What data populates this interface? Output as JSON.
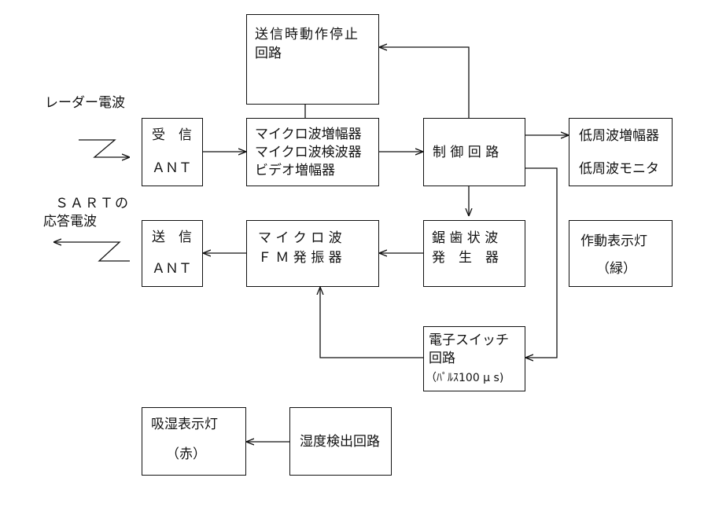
{
  "labels": {
    "radar_wave": "レーダー電波",
    "sart_line1": "ＳＡＲＴの",
    "sart_line2": "応答電波"
  },
  "blocks": {
    "tx_stop": {
      "line1": "送信時動作停止",
      "line2": "回路"
    },
    "rx_ant": {
      "line1": "受　信",
      "line2": "ＡＮＴ"
    },
    "microwave_amp": {
      "line1": "マイクロ波増幅器",
      "line2": "マイクロ波検波器",
      "line3": "ビデオ増幅器"
    },
    "control": {
      "line1": "制 御 回 路"
    },
    "lf_amp": {
      "line1": "低周波増幅器",
      "line2": "低周波モニタ"
    },
    "tx_ant": {
      "line1": "送　信",
      "line2": "ＡＮＴ"
    },
    "fm_osc": {
      "line1": "マ イ ク ロ 波",
      "line2": "Ｆ Ｍ 発 振 器"
    },
    "sawtooth": {
      "line1": "鋸 歯 状 波",
      "line2": "発　生　器"
    },
    "op_lamp": {
      "line1": "作動表示灯",
      "line2": "（緑）"
    },
    "switch": {
      "line1": "電子スイッチ",
      "line2": "回路",
      "line3": "（ﾊﾟﾙｽ100 μ s)"
    },
    "hum_lamp": {
      "line1": "吸湿表示灯",
      "line2": "（赤）"
    },
    "hum_detect": {
      "line1": "湿度検出回路"
    }
  }
}
